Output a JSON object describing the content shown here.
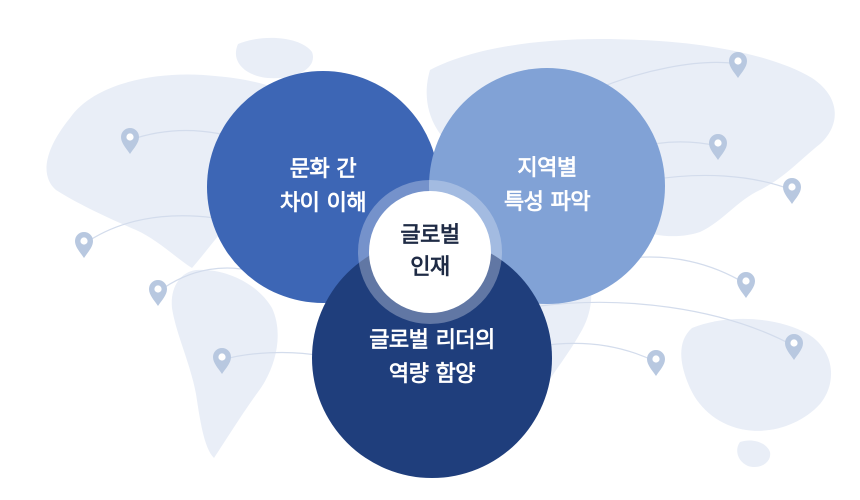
{
  "diagram": {
    "nodes": [
      {
        "id": "culture",
        "lines": [
          "문화 간",
          "차이 이해"
        ],
        "color": "#3d66b5"
      },
      {
        "id": "region",
        "lines": [
          "지역별",
          "특성 파악"
        ],
        "color": "#81a2d6"
      },
      {
        "id": "leader",
        "lines": [
          "글로벌 리더의",
          "역량 함양"
        ],
        "color": "#1f3e7c"
      }
    ],
    "center": {
      "lines": [
        "글로벌",
        "인재"
      ],
      "color": "#ffffff"
    },
    "background": {
      "map_color": "#e9eef7",
      "pin_color": "#b8c8e0",
      "pin_icon": "map-pin-icon"
    }
  }
}
